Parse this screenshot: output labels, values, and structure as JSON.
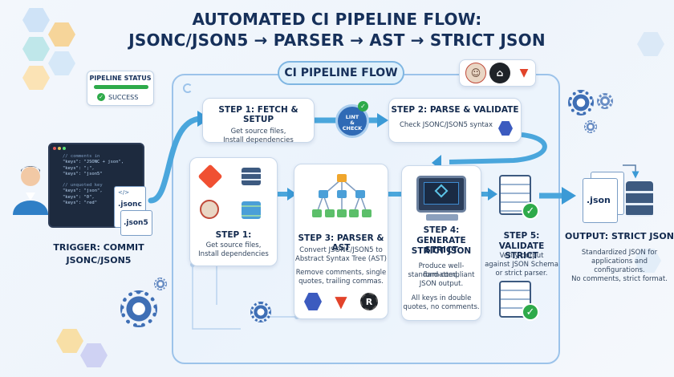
{
  "title": {
    "line1": "AUTOMATED CI PIPELINE FLOW:",
    "line2": "JSONC/JSON5 → PARSER → AST → STRICT JSON"
  },
  "status": {
    "label": "PIPELINE STATUS",
    "value": "SUCCESS",
    "progress": 1.0
  },
  "pipeline_label": "CI PIPELINE FLOW",
  "trigger": {
    "line1": "TRIGGER: COMMIT",
    "line2": "JSONC/JSON5",
    "files": [
      ".jsonc",
      ".json5"
    ],
    "file_tag": "</>",
    "code_lines": [
      "// comments in",
      "\"keys\": \"JSONC + json\",",
      "\"keys\": \";\",",
      "\"keys\": \"json5\"",
      "",
      "// unquoted key",
      "\"keys\": \"json\",",
      "\"keys\": \"0\",",
      "\"keys\": \"red\""
    ]
  },
  "step1_fetch": {
    "title": "STEP 1: FETCH & SETUP",
    "text1": "Get source files,",
    "text2": "Install dependencies"
  },
  "lint_badge": {
    "line1": "LINT",
    "line2": "&",
    "line3": "CHECK"
  },
  "step2": {
    "title": "STEP 2: PARSE & VALIDATE",
    "text": "Check JSONC/JSON5 syntax"
  },
  "step1_box": {
    "title": "STEP 1:",
    "text1": "Get source files,",
    "text2": "Install dependencies"
  },
  "step3": {
    "title": "STEP 3: PARSER & AST",
    "text1": "Convert JSONC/JSON5 to",
    "text2": "Abstract Syntax Tree (AST)",
    "text3": "Remove comments, single",
    "text4": "quotes, trailing commas."
  },
  "step4": {
    "title1": "STEP 4:",
    "title2": "GENERATE STRICT",
    "title3": "STRICT JSON",
    "text1": "Produce well-formatted,",
    "text2": "standard-compliant",
    "text3": "JSON output.",
    "text4": "All keys in double",
    "text5": "quotes, no comments."
  },
  "step5": {
    "title1": "STEP 5:",
    "title2": "VALIDATE STRICT",
    "text1": "Verify output",
    "text2": "against JSON Schema",
    "text3": "or strict parser."
  },
  "output": {
    "title": "OUTPUT: STRICT JSON",
    "file_label": ".json",
    "text1": "Standardized JSON for",
    "text2": "applications and",
    "text3": "configurations.",
    "text4": "No comments, strict format."
  },
  "colors": {
    "navy": "#16305a",
    "arrow": "#4aa6dc",
    "success": "#2eaa4a",
    "frame": "#9cc3ea",
    "gitlab": "#e2432a",
    "git": "#f05032"
  }
}
